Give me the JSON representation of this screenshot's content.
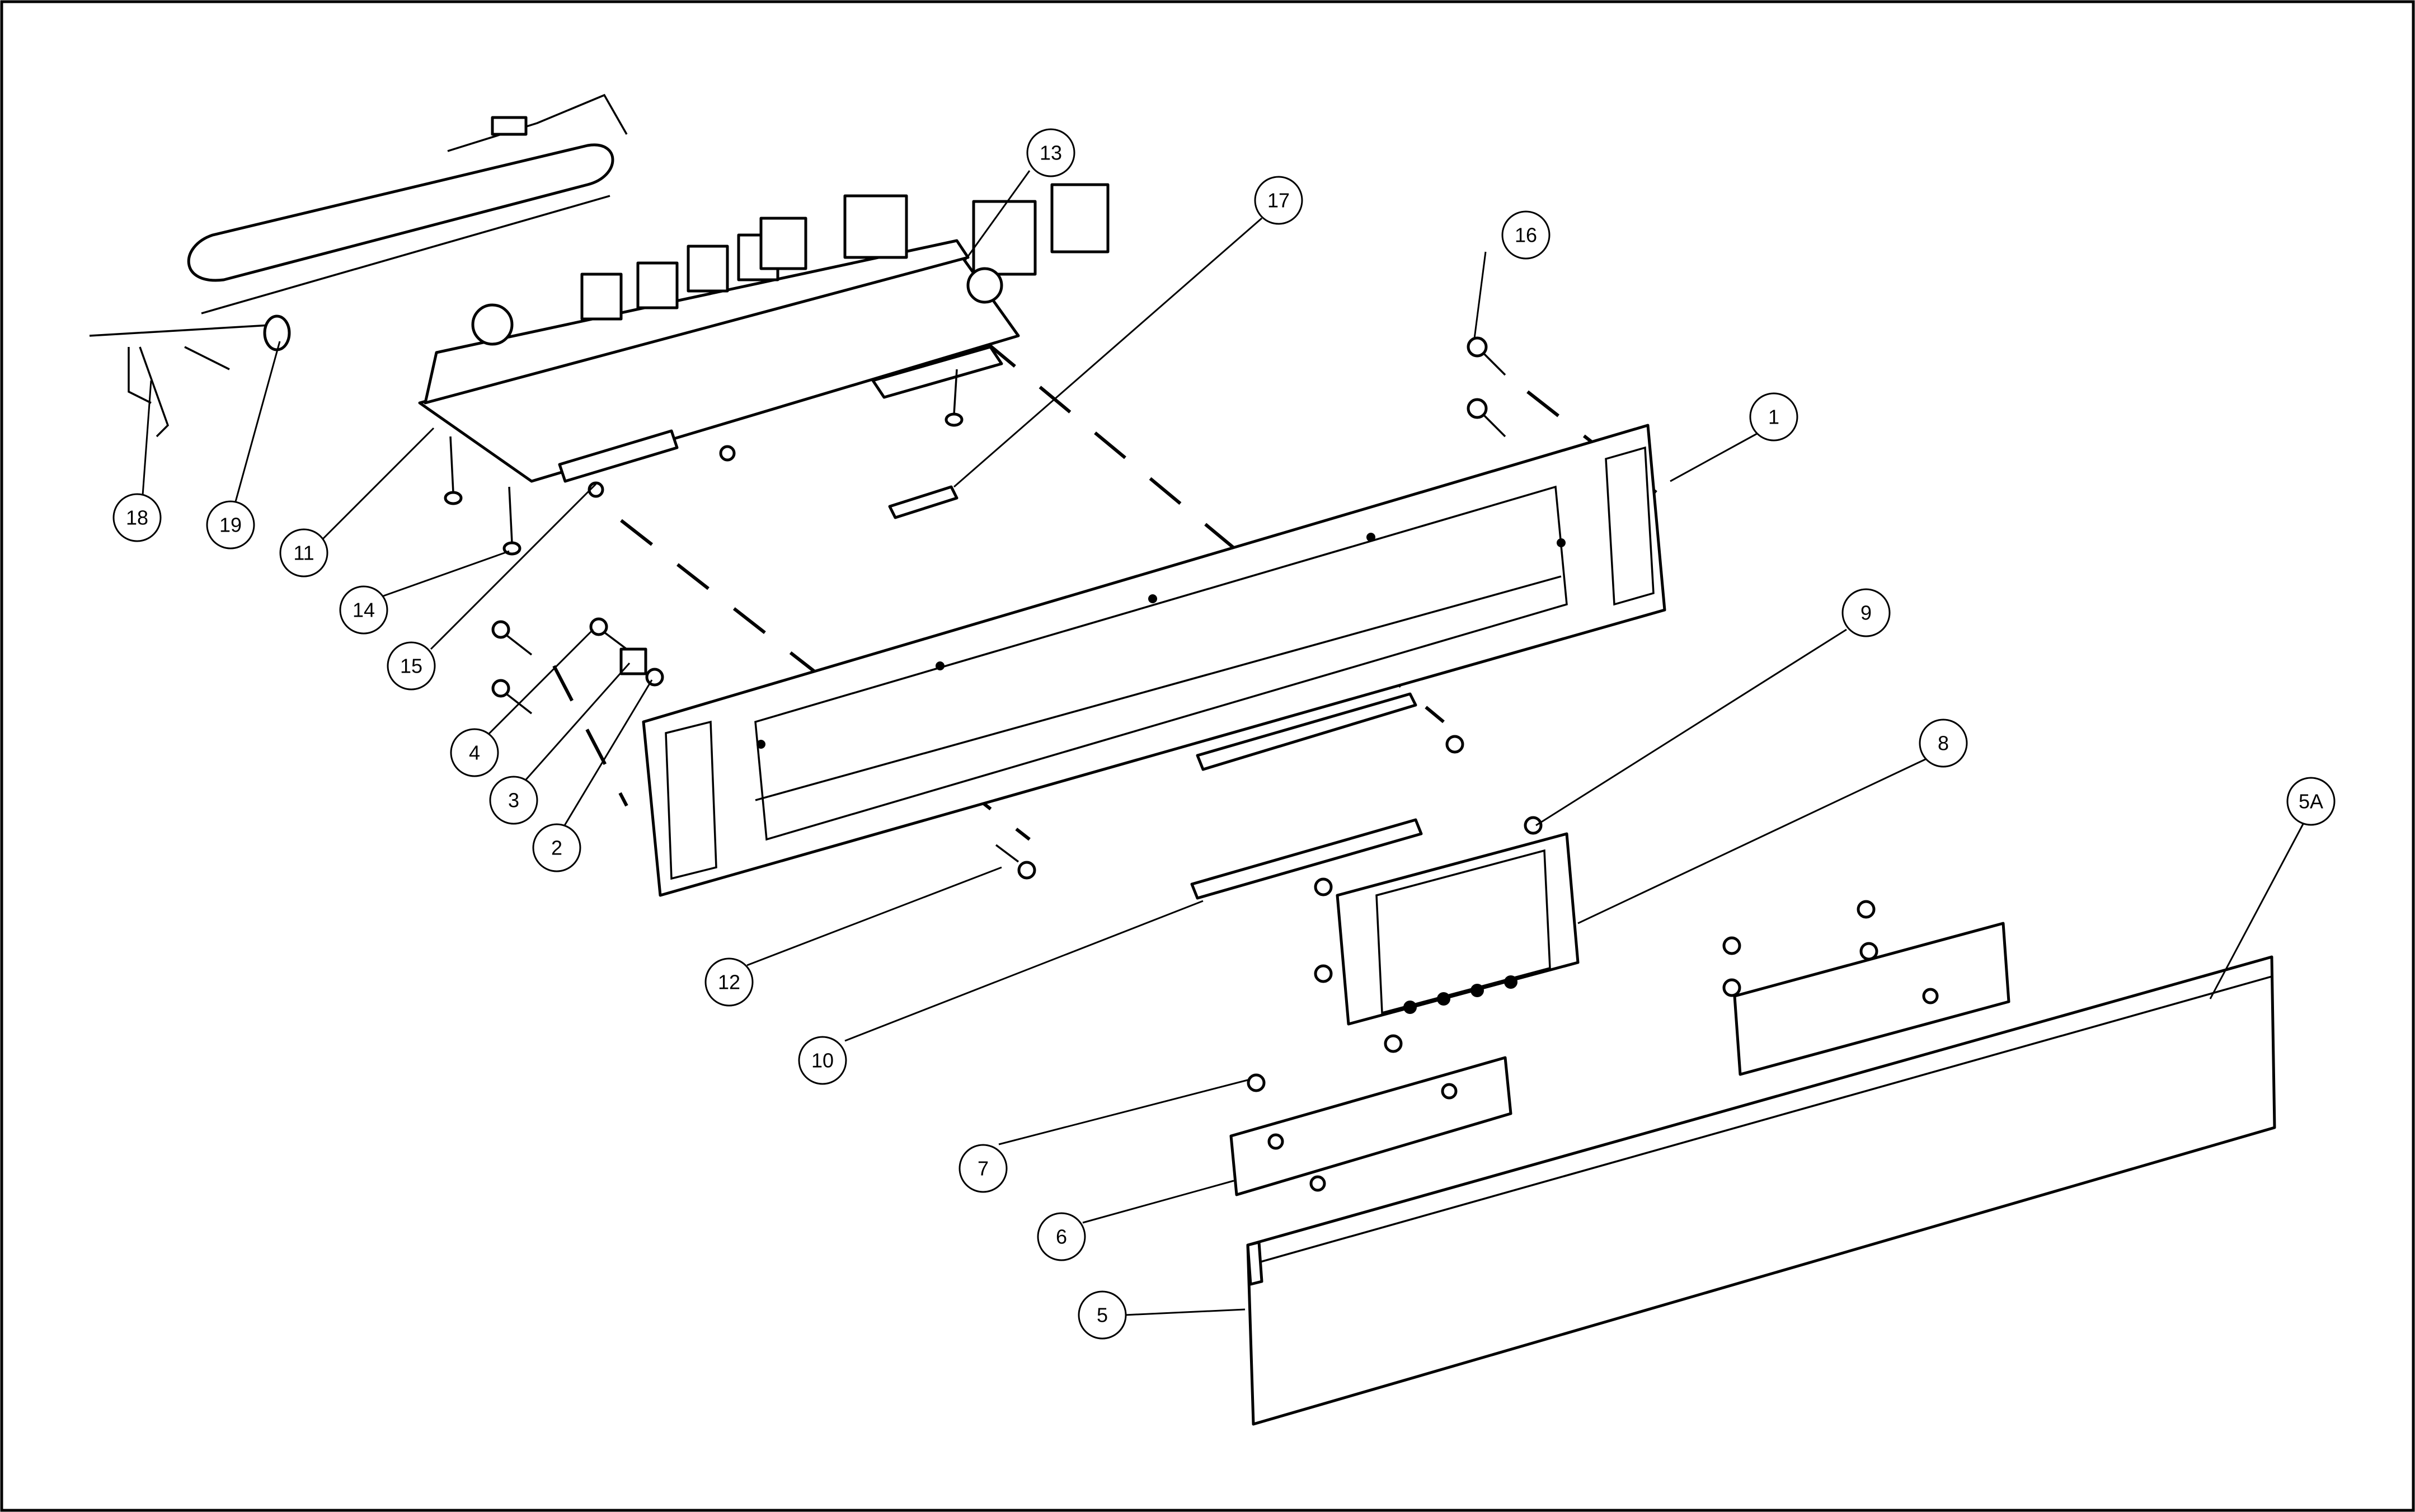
{
  "diagram": {
    "type": "exploded-parts-view",
    "callouts": [
      {
        "id": "c-1",
        "label": "1"
      },
      {
        "id": "c-2",
        "label": "2"
      },
      {
        "id": "c-3",
        "label": "3"
      },
      {
        "id": "c-4",
        "label": "4"
      },
      {
        "id": "c-5",
        "label": "5"
      },
      {
        "id": "c-5A",
        "label": "5A"
      },
      {
        "id": "c-6",
        "label": "6"
      },
      {
        "id": "c-7",
        "label": "7"
      },
      {
        "id": "c-8",
        "label": "8"
      },
      {
        "id": "c-9",
        "label": "9"
      },
      {
        "id": "c-10",
        "label": "10"
      },
      {
        "id": "c-11",
        "label": "11"
      },
      {
        "id": "c-12",
        "label": "12"
      },
      {
        "id": "c-13",
        "label": "13"
      },
      {
        "id": "c-14",
        "label": "14"
      },
      {
        "id": "c-15",
        "label": "15"
      },
      {
        "id": "c-16",
        "label": "16"
      },
      {
        "id": "c-17",
        "label": "17"
      },
      {
        "id": "c-18",
        "label": "18"
      },
      {
        "id": "c-19",
        "label": "19"
      }
    ]
  }
}
